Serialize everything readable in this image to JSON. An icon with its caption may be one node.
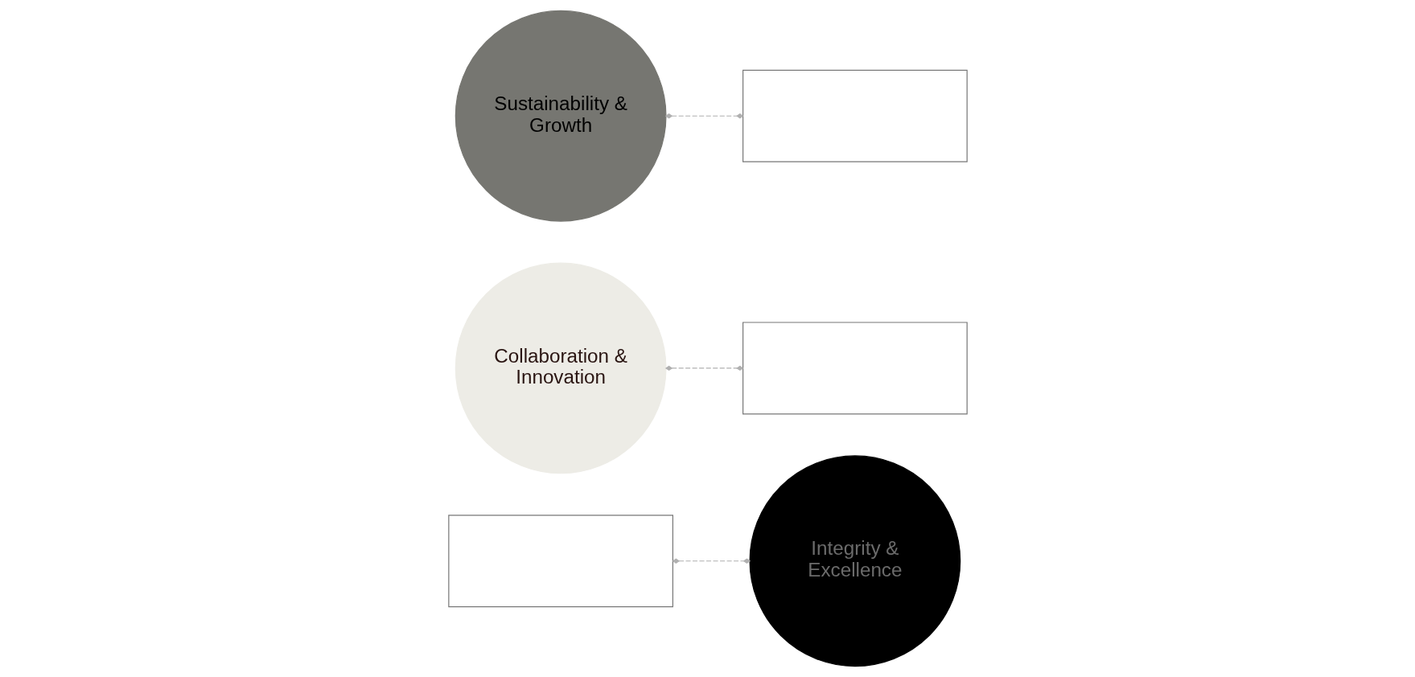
{
  "diagram": {
    "nodes": [
      {
        "text": [],
        "shape": "box"
      },
      {
        "text": [
          "Integrity & Excellence"
        ]
      },
      {
        "text": [
          "Collaboration & Innovation"
        ]
      },
      {
        "text": [],
        "shape": "box"
      },
      {
        "text": [
          "Sustainability & Growth"
        ]
      },
      {
        "text": [],
        "shape": "box"
      }
    ],
    "edges": [
      {
        "from": 0,
        "to": 1,
        "arrow": "other",
        "style": "dashed"
      },
      {
        "from": 2,
        "to": 3,
        "arrow": "other",
        "style": "dashed"
      },
      {
        "from": 4,
        "to": 5,
        "arrow": "other",
        "style": "dashed"
      }
    ]
  }
}
